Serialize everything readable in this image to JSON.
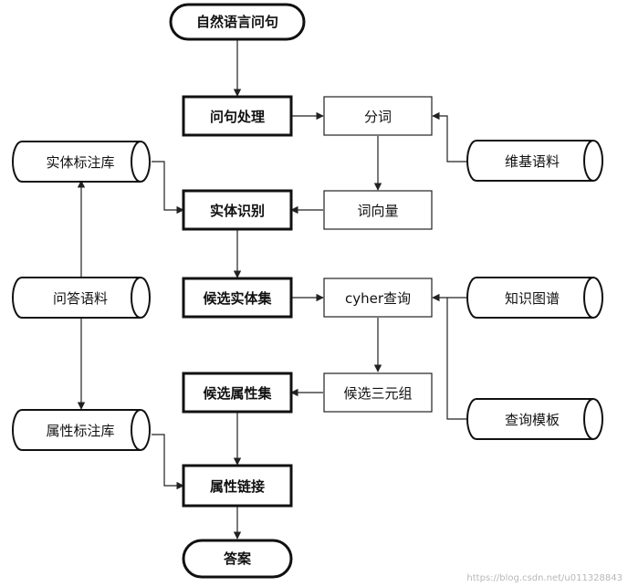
{
  "nodes": {
    "start": "自然语言问句",
    "question_processing": "问句处理",
    "segmentation": "分词",
    "wiki_corpus": "维基语料",
    "entity_label_db": "实体标注库",
    "entity_recognition": "实体识别",
    "word_vectors": "词向量",
    "qa_corpus": "问答语料",
    "candidate_entity_set": "候选实体集",
    "cypher_query": "cyher查询",
    "knowledge_graph": "知识图谱",
    "candidate_attribute_set": "候选属性集",
    "candidate_triples": "候选三元组",
    "query_template": "查询模板",
    "attribute_label_db": "属性标注库",
    "attribute_linking": "属性链接",
    "answer": "答案"
  },
  "watermark": "https://blog.csdn.net/u011328843"
}
